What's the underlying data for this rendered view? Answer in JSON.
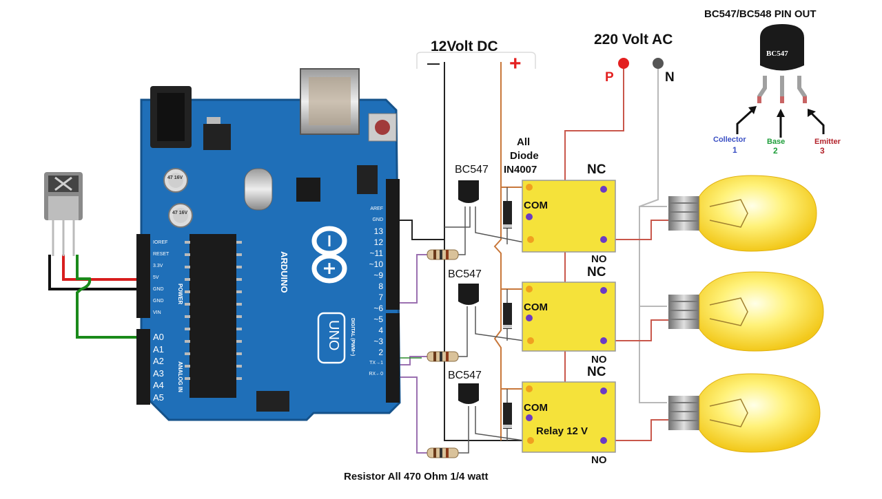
{
  "supply_dc": {
    "label": "12Volt DC",
    "minus": "—",
    "plus": "+"
  },
  "supply_ac": {
    "label": "220 Volt AC",
    "phase": "P",
    "neutral": "N"
  },
  "pinout": {
    "title": "BC547/BC548 PIN OUT",
    "chip_label": "BC547",
    "pins": [
      {
        "name": "Collector",
        "num": "1",
        "color": "#3a4fc4"
      },
      {
        "name": "Base",
        "num": "2",
        "color": "#1e9e3a"
      },
      {
        "name": "Emitter",
        "num": "3",
        "color": "#b3232b"
      }
    ]
  },
  "diode_note": {
    "line1": "All",
    "line2": "Diode",
    "line3": "IN4007"
  },
  "transistor_label": "BC547",
  "relay": {
    "nc": "NC",
    "no": "NO",
    "com": "COM",
    "name": "Relay 12 V"
  },
  "resistor_note": "Resistor All 470 Ohm 1/4 watt",
  "arduino": {
    "brand": "ARDUINO",
    "model": "UNO",
    "power_pins": [
      "IOREF",
      "RESET",
      "3.3V",
      "5V",
      "GND",
      "GND",
      "VIN"
    ],
    "power_label": "POWER",
    "analog_pins": [
      "A0",
      "A1",
      "A2",
      "A3",
      "A4",
      "A5"
    ],
    "analog_label": "ANALOG IN",
    "digital_pins": [
      "AREF",
      "GND",
      "13",
      "12",
      "~11",
      "~10",
      "~9",
      "8",
      "7",
      "~6",
      "~5",
      "4",
      "~3",
      "2",
      "TX→1",
      "RX←0"
    ],
    "digital_label": "DIGITAL (PWM~)",
    "cap_label": "47 16V"
  },
  "colors": {
    "board": "#1f6fb8",
    "relay": "#f5e23a",
    "wire_dc_plus": "#c8773a",
    "wire_ac_phase": "#c8564a",
    "wire_signal": "#9a6fb0",
    "bulb": "#ffe23a",
    "red": "#e32020"
  }
}
